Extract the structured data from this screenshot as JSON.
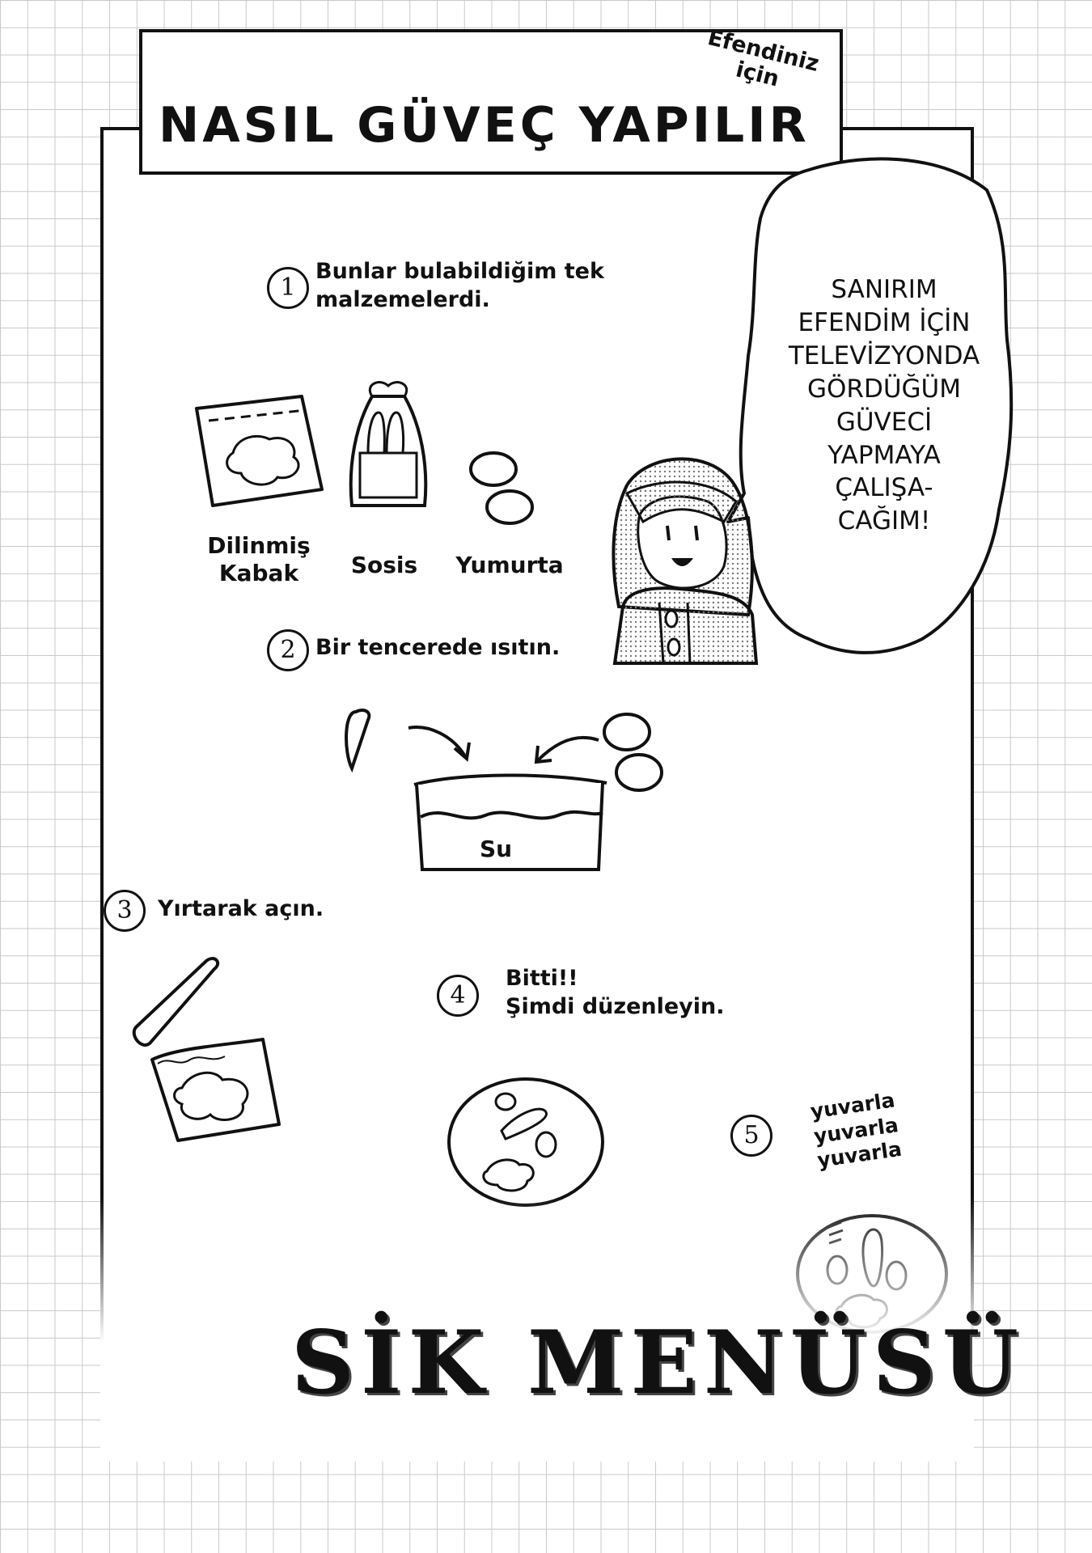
{
  "title": "NASIL GÜVEÇ YAPILIR",
  "dedication": "Efendiniz\niçin",
  "speech_bubble": "SANIRIM\nEFENDİM İÇİN\nTELEVİZYONDA\nGÖRDÜĞÜM\nGÜVECİ\nYAPMAYA\nÇALIŞA-\nCAĞIM!",
  "steps": [
    {
      "number": "1",
      "text": "Bunlar bulabildiğim tek\nmalzemelerdi."
    },
    {
      "number": "2",
      "text": "Bir tencerede ısıtın."
    },
    {
      "number": "3",
      "text": "Yırtarak açın."
    },
    {
      "number": "4",
      "text": "Bitti!!\nŞimdi düzenleyin."
    },
    {
      "number": "5",
      "text": "yuvarla\nyuvarla\nyuvarla"
    }
  ],
  "ingredients": [
    {
      "label": "Dilinmiş\nKabak"
    },
    {
      "label": "Sosis"
    },
    {
      "label": "Yumurta"
    }
  ],
  "pot_label": "Su",
  "footer_title": "SİK MENÜSÜ"
}
